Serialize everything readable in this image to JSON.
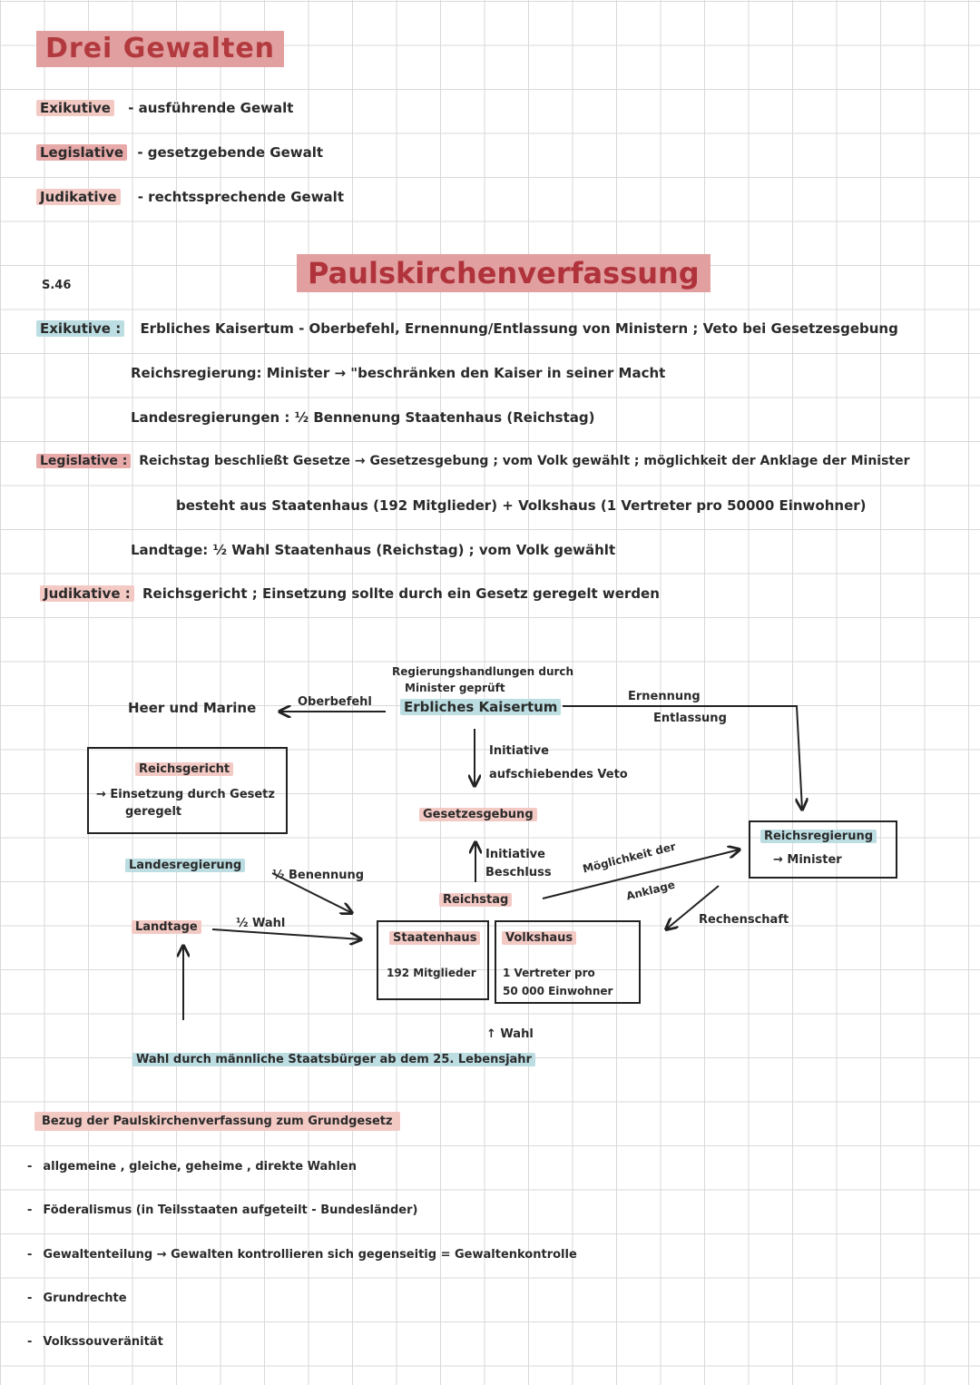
{
  "title_drei_gewalten": "Drei Gewalten",
  "gewalten": [
    {
      "term": "Exikutive",
      "desc": "- ausführende Gewalt"
    },
    {
      "term": "Legislative",
      "desc": "- gesetzgebende Gewalt"
    },
    {
      "term": "Judikative",
      "desc": "- rechtssprechende Gewalt"
    }
  ],
  "page_ref": "S.46",
  "title_paulskirche": "Paulskirchenverfassung",
  "exekutive": {
    "label": "Exikutive :",
    "line1": "Erbliches Kaisertum - Oberbefehl, Ernennung/Entlassung von Ministern ; Veto bei Gesetzesgebung",
    "line2": "Reichsregierung: Minister → \"beschränken den Kaiser in seiner Macht",
    "line3": "Landesregierungen : ½ Bennenung Staatenhaus (Reichstag)"
  },
  "legislative": {
    "label": "Legislative :",
    "line1": "Reichstag beschließt Gesetze → Gesetzesgebung ; vom Volk gewählt ; möglichkeit der Anklage der Minister",
    "line2": "besteht aus Staatenhaus (192 Mitglieder) + Volkshaus (1 Vertreter pro 50000 Einwohner)",
    "line3": "Landtage: ½ Wahl Staatenhaus (Reichstag) ; vom Volk gewählt"
  },
  "judikative": {
    "label": "Judikative :",
    "line1": "Reichsgericht ; Einsetzung sollte durch ein Gesetz geregelt werden"
  },
  "diagram": {
    "note_top_1": "Regierungshandlungen durch",
    "note_top_2": "Minister geprüft",
    "erbliches_kaisertum": "Erbliches Kaisertum",
    "heer_und_marine": "Heer und Marine",
    "oberbefehl": "Oberbefehl",
    "ernennung": "Ernennung",
    "entlassung": "Entlassung",
    "initiative_top": "Initiative",
    "aufschiebendes_veto": "aufschiebendes Veto",
    "reichsgericht": "Reichsgericht",
    "reichsgericht_desc_1": "→ Einsetzung durch Gesetz",
    "reichsgericht_desc_2": "geregelt",
    "gesetzesgebung": "Gesetzesgebung",
    "initiative_mid": "Initiative",
    "beschluss": "Beschluss",
    "reichsregierung": "Reichsregierung",
    "minister": "→ Minister",
    "landesregierung": "Landesregierung",
    "half_benennung": "½ Benennung",
    "reichstag": "Reichstag",
    "moeglichkeit_1": "Möglichkeit der",
    "moeglichkeit_2": "Anklage",
    "rechenschaft": "Rechenschaft",
    "landtage": "Landtage",
    "half_wahl": "½ Wahl",
    "staatenhaus": "Staatenhaus",
    "staatenhaus_desc": "192 Mitglieder",
    "volkshaus": "Volkshaus",
    "volkshaus_desc_1": "1 Vertreter pro",
    "volkshaus_desc_2": "50 000 Einwohner",
    "wahl": "↑ Wahl",
    "wahl_durch": "Wahl durch männliche Staatsbürger ab dem 25. Lebensjahr"
  },
  "bezug_title": "Bezug der Paulskirchenverfassung zum Grundgesetz",
  "bezug_items": [
    "allgemeine , gleiche, geheime , direkte Wahlen",
    "Föderalismus (in Teilsstaaten aufgeteilt - Bundesländer)",
    "Gewaltenteilung → Gewalten kontrollieren sich gegenseitig = Gewaltenkontrolle",
    "Grundrechte",
    "Volkssouveränität"
  ],
  "colors": {
    "title_bg": "#e19f9f",
    "title_text": "#b0333c",
    "pink": "#f3c9c4",
    "blue": "#bcdde2",
    "red": "#e8a9a9"
  }
}
